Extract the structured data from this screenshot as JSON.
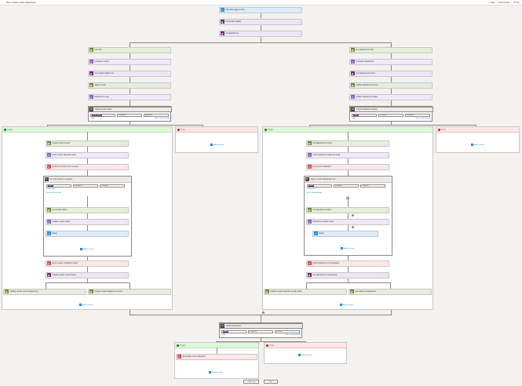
{
  "header": {
    "title": "Flow: Create vendor department",
    "buttons": [
      "Save",
      "Flow checker",
      "Test"
    ]
  },
  "colors": {
    "blue": "#1b8ef2",
    "purple": "#742774",
    "green": "#6a8a2c",
    "red": "#e8434f",
    "yes": "#dff6dd",
    "no": "#fde7e9"
  },
  "top_chain": [
    "Manually trigger a flow",
    "Get vendor details",
    "Get department"
  ],
  "left": {
    "chain": [
      "List rows",
      "Compose vendor",
      "Get vendor details row",
      "Apply to each",
      "Department rows"
    ],
    "condition_title": "Check vendor status",
    "condition": {
      "left": "Vendor status",
      "op": "is equal to",
      "right": "Approved"
    },
    "links": {
      "add_row": "+ Add",
      "edit_advanced": "Edit in advanced mode"
    },
    "yes_label": "If yes",
    "no_label": "If no",
    "yes_actions": [
      "Create vendor record",
      "Send vendor approval email",
      "Notify the vendor of the request"
    ],
    "scope_title": "Do until vendor is complete",
    "scope_condition": {
      "left": "Status",
      "op": "is equal to",
      "right": "Complete"
    },
    "scope_links": {
      "add": "Change limits",
      "edit": "Edit in advanced mode"
    },
    "scope_actions": [
      "Get vendor status",
      "Update vendor status",
      "Delay"
    ],
    "after_scope": [
      "Send vendor completion email",
      "Update vendor record status"
    ],
    "bottom_pair": [
      "Update vendor record department",
      "Create vendor department record"
    ],
    "add_action": "Add an action"
  },
  "right": {
    "chain": [
      "Get department rows",
      "Compose department",
      "Get department record",
      "Update department record",
      "Update department status"
    ],
    "condition_title": "Check department status",
    "condition": {
      "left": "Status",
      "op": "is equal to",
      "right": "Complete"
    },
    "links": {
      "add_row": "+ Add",
      "edit_advanced": "Edit in advanced mode"
    },
    "yes_label": "If yes",
    "no_label": "If no",
    "yes_actions": [
      "Get department record",
      "Send department approval email",
      "Send error notification"
    ],
    "scope_title": "Apply to each department row",
    "scope_condition": {
      "left": "Status",
      "op": "is equal to",
      "right": "Complete"
    },
    "scope_links": {
      "add": "Change limits",
      "edit": "Edit in advanced mode"
    },
    "scope_actions": [
      "Get department status",
      "Department status check",
      "Delay"
    ],
    "after_scope": [
      "Notify department of completion",
      "Get department record status"
    ],
    "bottom_pair": [
      "Update vendor department with status",
      "Set status for department"
    ],
    "add_action": "Add an action"
  },
  "bottom": {
    "condition_title": "Check final status",
    "condition": {
      "left": "Status",
      "op": "is equal to",
      "right": "Success"
    },
    "links": {
      "add": "+ Add",
      "edit": "Edit in advanced mode"
    },
    "yes_label": "If yes",
    "no_label": "If no",
    "yes_action": "Send final email notification",
    "add_action": "Add an action"
  },
  "footer": {
    "new_step": "+ New step",
    "save": "Save"
  }
}
